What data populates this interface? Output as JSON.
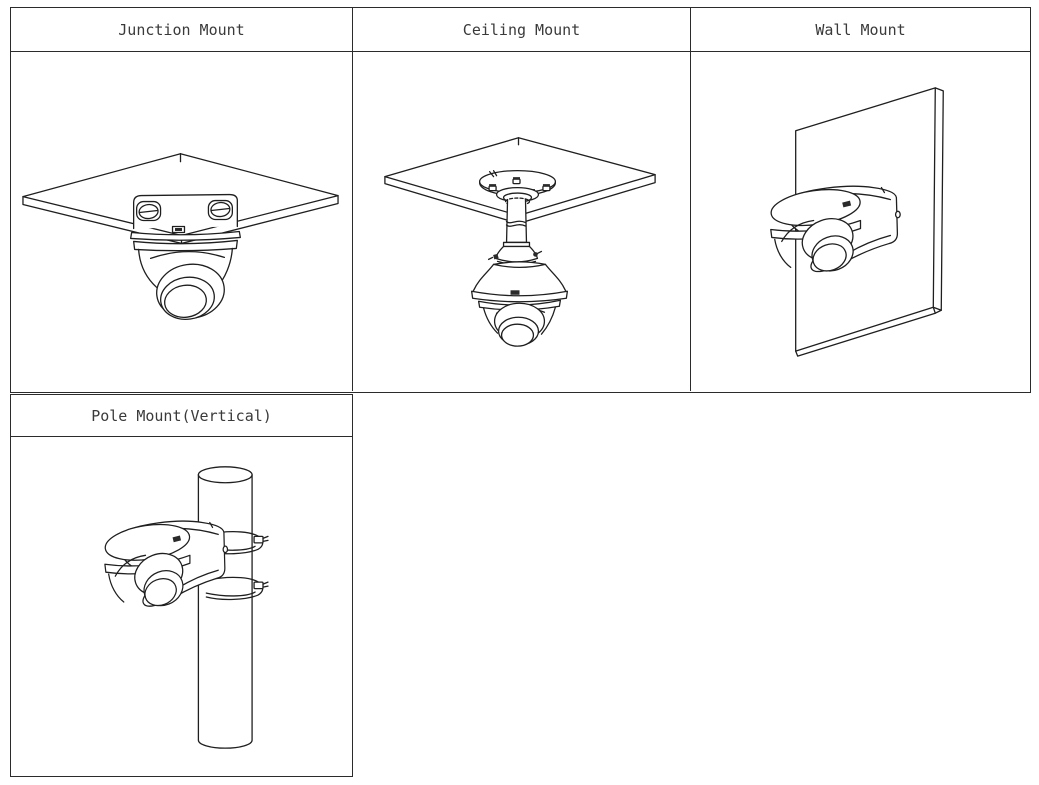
{
  "colors": {
    "background": "#ffffff",
    "table_border": "#2b2b2b",
    "line_art": "#1f1f1f",
    "header_text": "#3a3a3a"
  },
  "mounts_table": {
    "headers": [
      "Junction Mount",
      "Ceiling Mount",
      "Wall Mount"
    ],
    "figures": [
      {
        "icon": "junction-mount-figure",
        "depicts": "turret camera fixed under square junction plate"
      },
      {
        "icon": "ceiling-mount-figure",
        "depicts": "turret camera hanging from ceiling plate via pendant pole"
      },
      {
        "icon": "wall-mount-figure",
        "depicts": "turret camera on bracket attached to wall panel"
      }
    ]
  },
  "pole_table": {
    "header": "Pole Mount(Vertical)",
    "figure": {
      "icon": "pole-mount-figure",
      "depicts": "turret camera on bracket strapped to vertical pole with two clamps"
    }
  }
}
